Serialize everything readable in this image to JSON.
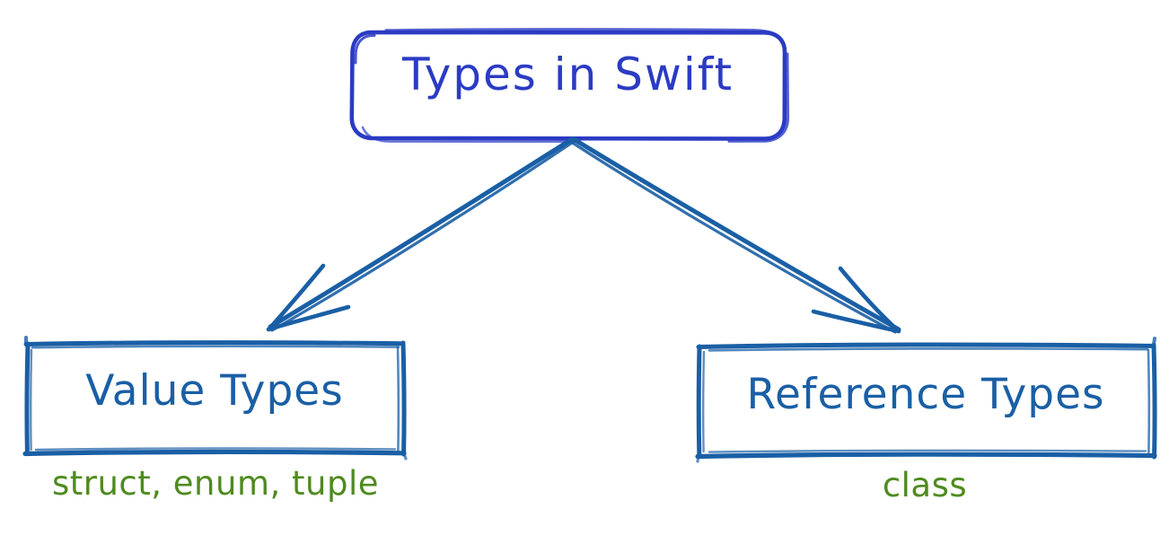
{
  "diagram": {
    "type": "hand-drawn-tree-diagram",
    "background_color": "#ffffff",
    "title_node": {
      "label": "Types in Swift",
      "shape": "rounded-rectangle",
      "stroke_color": "#2B3BC4",
      "text_color": "#2B3BC4"
    },
    "branches": [
      {
        "id": "value-types",
        "label": "Value Types",
        "caption": "struct, enum, tuple",
        "shape": "rectangle",
        "stroke_color": "#1A5FA5",
        "text_color": "#1A5FA5",
        "caption_color": "#4E8B1F"
      },
      {
        "id": "reference-types",
        "label": "Reference Types",
        "caption": "class",
        "shape": "rectangle",
        "stroke_color": "#1A5FA5",
        "text_color": "#1A5FA5",
        "caption_color": "#4E8B1F"
      }
    ],
    "connectors": [
      {
        "id": "arrow-to-value-types",
        "from": "title_node",
        "to": "value-types",
        "style": "hand-drawn-arrow",
        "color": "#1A5FA5"
      },
      {
        "id": "arrow-to-reference-types",
        "from": "title_node",
        "to": "reference-types",
        "style": "hand-drawn-arrow",
        "color": "#1A5FA5"
      }
    ]
  }
}
